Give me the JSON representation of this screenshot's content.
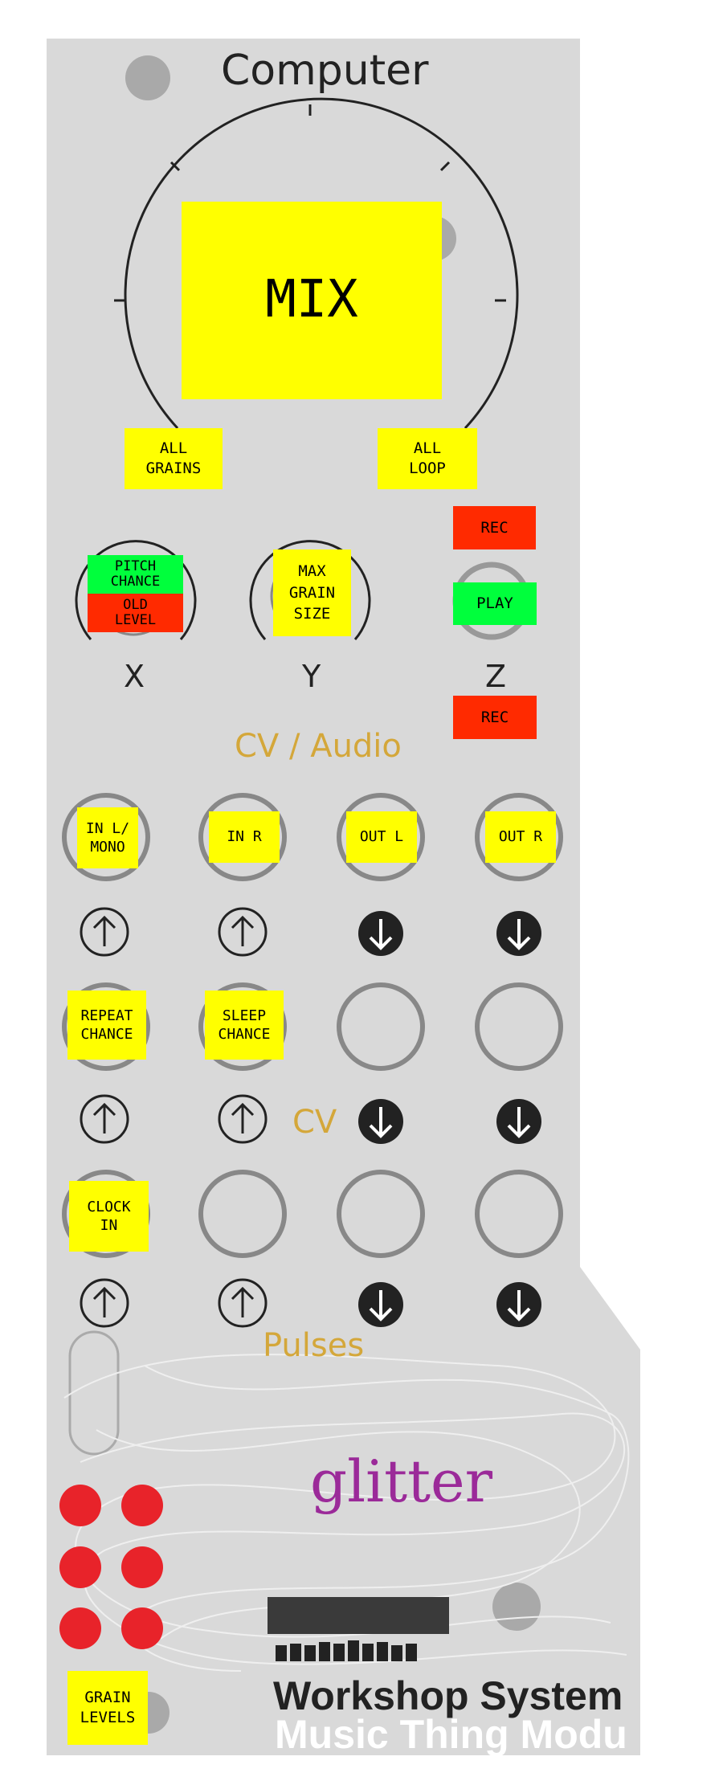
{
  "panel": {
    "title": "Computer",
    "main_knob_label": "MIX",
    "all_grains_label": "ALL\nGRAINS",
    "all_loop_label": "ALL\nLOOP",
    "pitch_chance_label": "PITCH\nCHANCE",
    "old_level_label": "OLD\nLEVEL",
    "max_grain_size_label": "MAX\nGRAIN\nSIZE",
    "rec_top_label": "REC",
    "play_label": "PLAY",
    "rec_bottom_label": "REC",
    "x_label": "X",
    "y_label": "Y",
    "z_label": "Z",
    "section_cv_audio": "CV / Audio",
    "section_cv": "CV",
    "section_pulses": "Pulses",
    "in_l_mono_label": "IN L/\nMONO",
    "in_r_label": "IN R",
    "out_l_label": "OUT L",
    "out_r_label": "OUT R",
    "repeat_chance_label": "REPEAT\nCHANCE",
    "sleep_chance_label": "SLEEP\nCHANCE",
    "clock_in_label": "CLOCK\nIN",
    "grain_levels_label": "GRAIN\nLEVELS",
    "brand_label": "glitter",
    "workshop_system_label": "Workshop System",
    "music_thing_label": "Music Thing Modu"
  },
  "colors": {
    "panel": "#d9d9d9",
    "label_yellow": "#ffff00",
    "led_red": "#e8232a",
    "section_gold": "#d4a73a",
    "brand_purple": "#9b2a99"
  },
  "icons": {
    "input_arrow": "arrow-up-circle-icon",
    "output_arrow": "arrow-down-circle-icon"
  }
}
